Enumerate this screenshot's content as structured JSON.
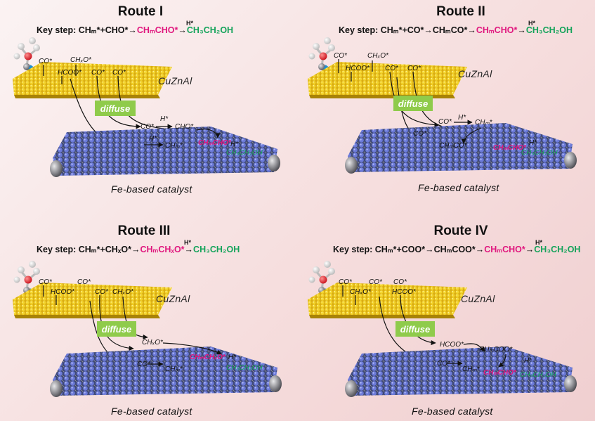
{
  "colors": {
    "intermediate": "#e0177e",
    "product": "#14a35a",
    "diffuse_box": "#8fcb4b",
    "cu_surface": "#e6c21d",
    "fe_surface": "#5a6bd0",
    "arrow_blue": "#1f8fd0"
  },
  "routes": [
    {
      "title": "Route I",
      "key": {
        "prefix": "Key step: ",
        "reactants": "CHₘ*+CHO*→",
        "intermediate": "CHₘCHO*",
        "arrow": "→",
        "h_label": "H*",
        "product": "CH₃CH₂OH"
      },
      "cu_labels": [
        "CO*",
        "HCOO*",
        "CHₓO*",
        "CO*",
        "CO*"
      ],
      "fe_labels": [
        "CO*",
        "H*",
        "CHO*",
        "CHₘ*",
        "H*",
        "H*"
      ],
      "fe_intermediate": "CHₘCHO*",
      "fe_product": "CH₃CH₂OH"
    },
    {
      "title": "Route II",
      "key": {
        "prefix": "Key step: ",
        "reactants": "CHₘ*+CO*→CHₘCO*→",
        "intermediate": "CHₘCHO*",
        "arrow": "→",
        "h_label": "H*",
        "product": "CH₃CH₂OH"
      },
      "cu_labels": [
        "CO*",
        "HCOO*",
        "CHₓO*",
        "CO*",
        "CO*"
      ],
      "fe_labels": [
        "CO*",
        "H*",
        "CHₘ*",
        "CO*",
        "CHₘCO*",
        "H*"
      ],
      "fe_intermediate": "CHₘCHO*",
      "fe_product": "CH₃CH₂OH"
    },
    {
      "title": "Route III",
      "key": {
        "prefix": "Key step: ",
        "reactants": "CHₘ*+CHₓO*→",
        "intermediate": "CHₘCHₓO*",
        "arrow": "→",
        "h_label": "H*",
        "product": "CH₃CH₂OH"
      },
      "cu_labels": [
        "CO*",
        "HCOO*",
        "CO*",
        "CO*",
        "CHₓO*"
      ],
      "fe_labels": [
        "CHₓO*",
        "CO*",
        "CHₘ*",
        "H*"
      ],
      "fe_intermediate": "CHₘCHₓO*",
      "fe_product": "CH₃CH₂OH"
    },
    {
      "title": "Route IV",
      "key": {
        "prefix": "Key step: ",
        "reactants": "CHₘ*+COO*→CHₘCOO*→",
        "intermediate": "CHₘCHO*",
        "arrow": "→",
        "h_label": "H*",
        "product": "CH₃CH₂OH"
      },
      "cu_labels": [
        "CO*",
        "CHₓO*",
        "CO*",
        "HCOO*",
        "CO*"
      ],
      "fe_labels": [
        "HCOO*",
        "CHₘCOO*",
        "CO*",
        "CHₘ*",
        "H*"
      ],
      "fe_intermediate": "CHₘCHO*",
      "fe_product": "CH₃CH₂OH"
    }
  ],
  "cu_material": "CuZnAl",
  "diffuse_label": "diffuse",
  "fe_material": "Fe-based catalyst"
}
